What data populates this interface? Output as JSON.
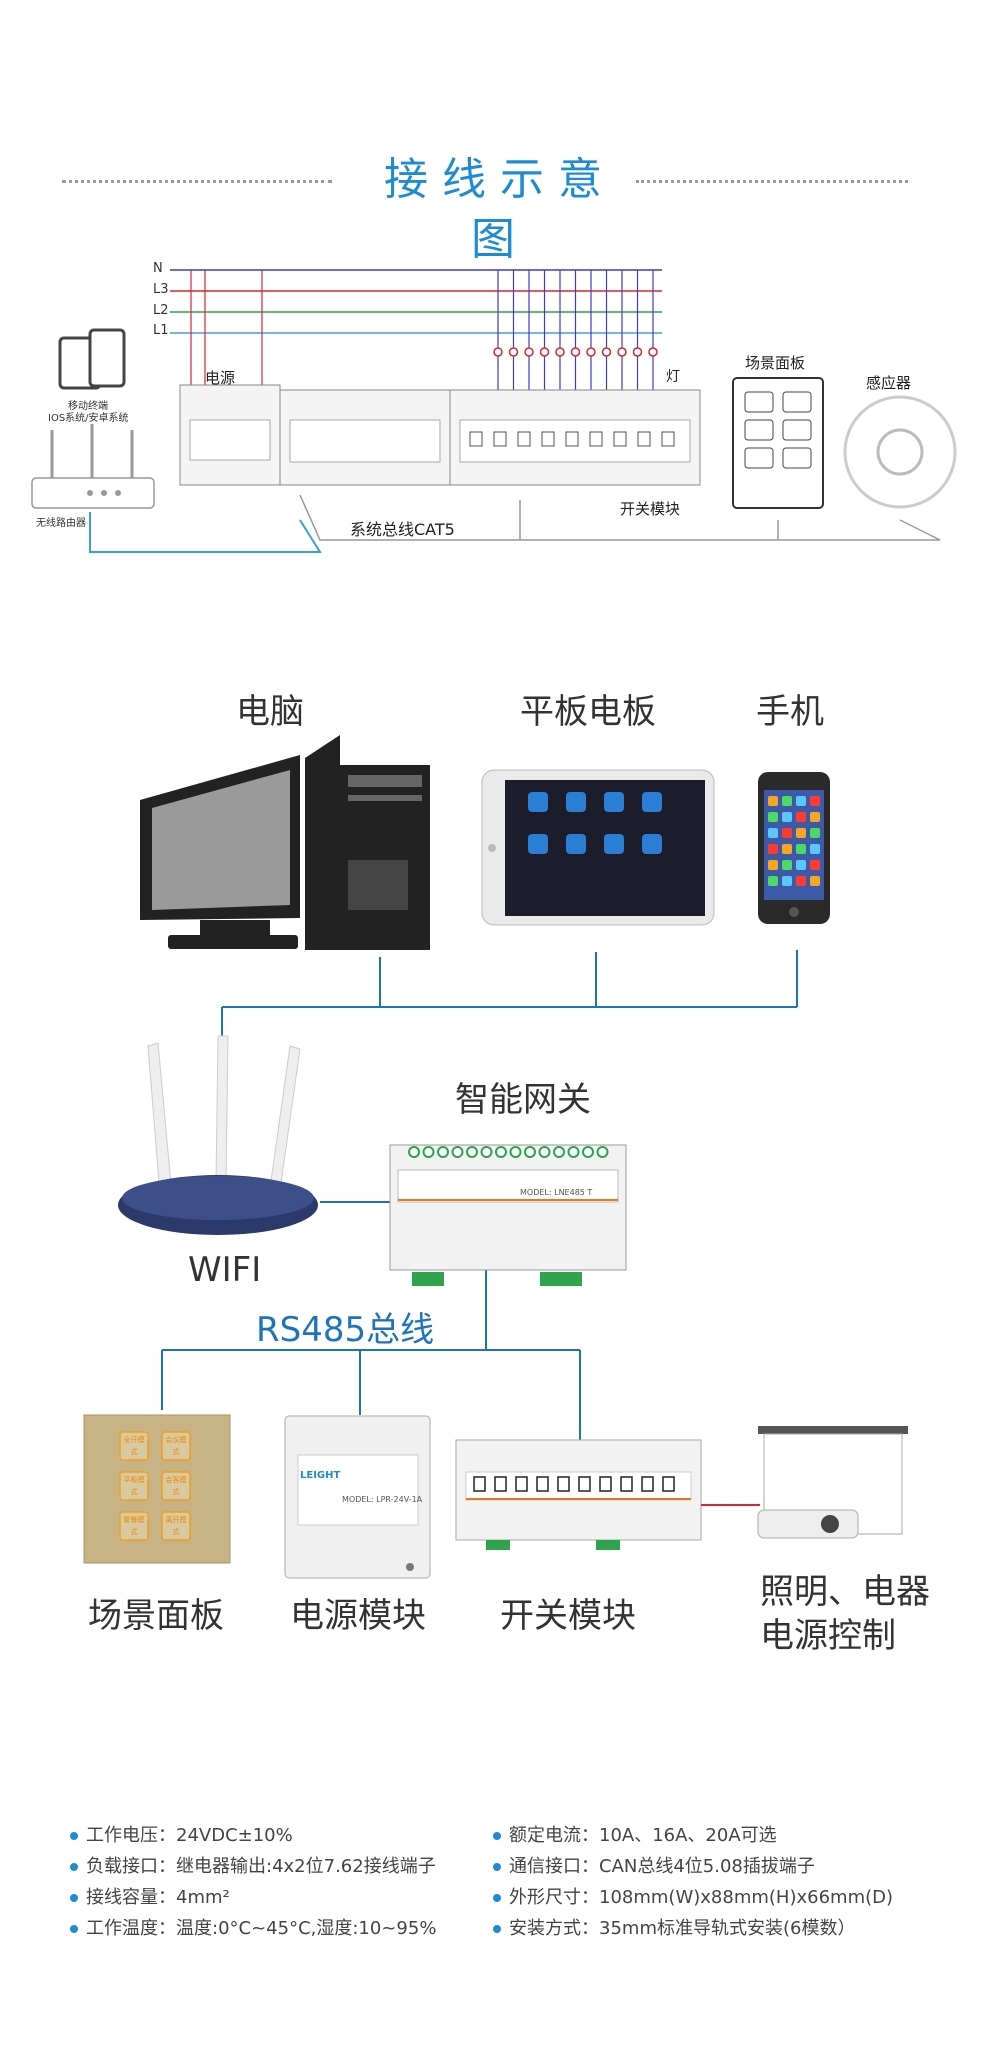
{
  "header": {
    "title": "接线示意图"
  },
  "wiring": {
    "lines": [
      "N",
      "L3",
      "L2",
      "L1"
    ],
    "labels": {
      "power": "电源",
      "lamp": "灯",
      "scene_panel": "场景面板",
      "sensor": "感应器",
      "mobile": "移动终端",
      "mobile_os": "IOS系统/安卓系统",
      "router": "无线路由器",
      "bus": "系统总线CAT5",
      "switch_module": "开关模块"
    },
    "colors": {
      "N": "#3b3bd1",
      "L3": "#d9262f",
      "L2": "#2ea44f",
      "L1": "#4c9be0",
      "bus": "#3aa0d8"
    }
  },
  "system": {
    "computer": "电脑",
    "tablet": "平板电板",
    "phone": "手机",
    "gateway": "智能网关",
    "wifi": "WIFI",
    "bus": "RS485总线",
    "scene_panel": "场景面板",
    "power_module": "电源模块",
    "switch_module": "开关模块",
    "control_line1": "照明、电器",
    "control_line2": "电源控制",
    "gateway_model": "MODEL: LNE485 T",
    "power_model": "MODEL: LPR-24V-1A",
    "brand": "LEIGHT",
    "panel_buttons": [
      "全开模式",
      "会议模式",
      "平板模式",
      "会客模式",
      "聚餐模式",
      "离开模式"
    ]
  },
  "specs": {
    "left": [
      "工作电压：24VDC±10%",
      "负载接口：继电器输出:4x2位7.62接线端子",
      "接线容量：4mm²",
      "工作温度：温度:0°C~45°C,湿度:10~95%"
    ],
    "right": [
      "额定电流：10A、16A、20A可选",
      "通信接口：CAN总线4位5.08插拔端子",
      "外形尺寸：108mm(W)x88mm(H)x66mm(D)",
      "安装方式：35mm标准导轨式安装(6模数）"
    ]
  }
}
